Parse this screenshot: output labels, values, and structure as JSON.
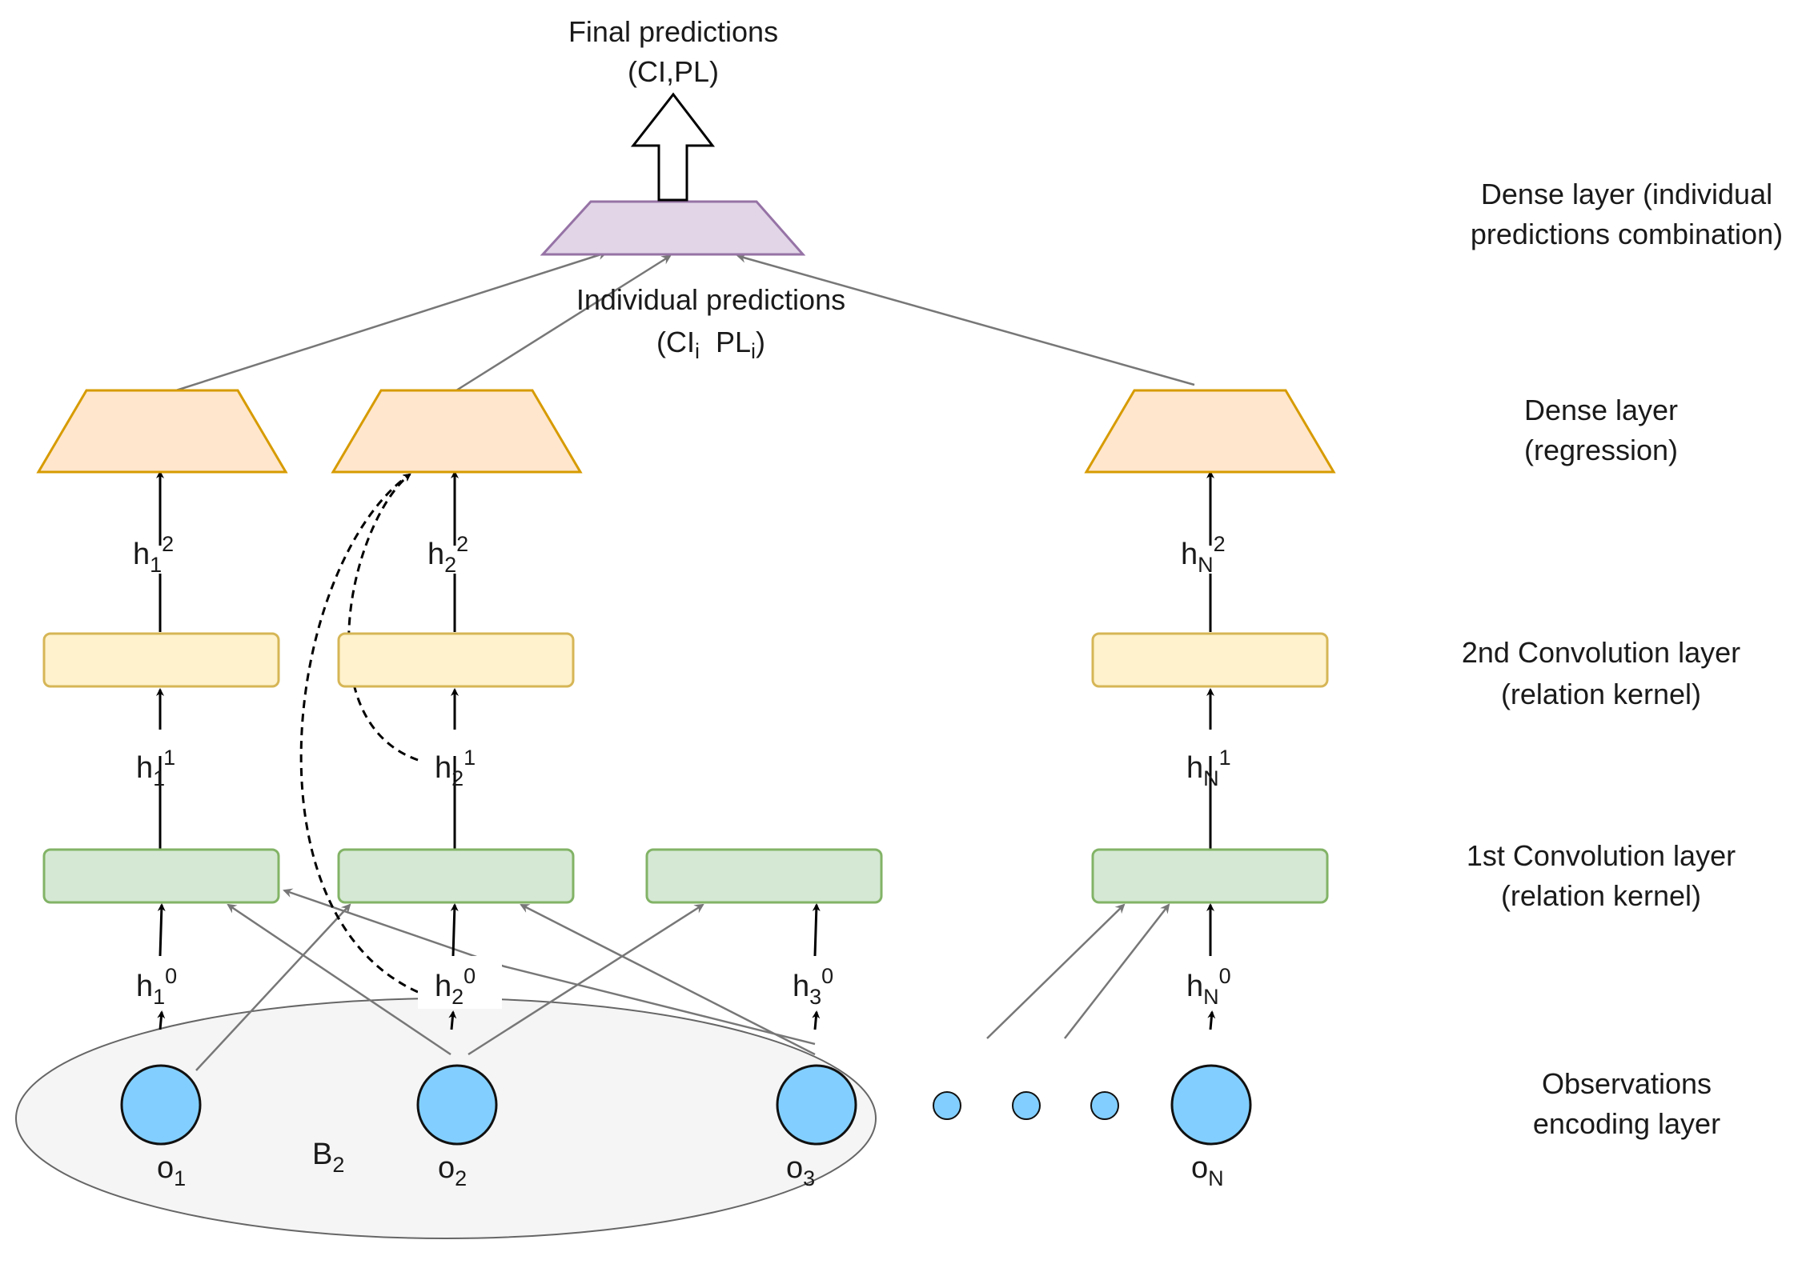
{
  "top": {
    "final_title": "Final predictions",
    "final_values": "(CI,PL)",
    "individual_title": "Individual predictions",
    "individual_a": "(CI",
    "individual_i1": "i",
    "individual_b": "  PL",
    "individual_i2": "i",
    "individual_c": ")"
  },
  "layers": {
    "combination_line1": "Dense layer (individual",
    "combination_line2": "predictions combination)",
    "regression_line1": "Dense layer",
    "regression_line2": "(regression)",
    "conv2_line1": "2nd Convolution layer",
    "conv2_line2": "(relation kernel)",
    "conv1_line1": "1st Convolution layer",
    "conv1_line2": "(relation kernel)",
    "obs_line1": "Observations",
    "obs_line2": "encoding layer"
  },
  "group_label": {
    "letter": "B",
    "sub": "2"
  },
  "observations": [
    {
      "base": "o",
      "sub": "1"
    },
    {
      "base": "o",
      "sub": "2"
    },
    {
      "base": "o",
      "sub": "3"
    },
    {
      "base": "o",
      "sub": "N"
    }
  ],
  "hidden": {
    "h0": [
      {
        "base": "h",
        "sub": "1",
        "sup": "0"
      },
      {
        "base": "h",
        "sub": "2",
        "sup": "0"
      },
      {
        "base": "h",
        "sub": "3",
        "sup": "0"
      },
      {
        "base": "h",
        "sub": "N",
        "sup": "0"
      }
    ],
    "h1": [
      {
        "base": "h",
        "sub": "1",
        "sup": "1"
      },
      {
        "base": "h",
        "sub": "2",
        "sup": "1"
      },
      {
        "base": "h",
        "sub": "N",
        "sup": "1"
      }
    ],
    "h2": [
      {
        "base": "h",
        "sub": "1",
        "sup": "2"
      },
      {
        "base": "h",
        "sub": "2",
        "sup": "2"
      },
      {
        "base": "h",
        "sub": "N",
        "sup": "2"
      }
    ]
  },
  "colors": {
    "conv1_fill": "#d5e8d4",
    "conv1_stroke": "#82b366",
    "conv2_fill": "#fff2cc",
    "conv2_stroke": "#d6b656",
    "dense_fill": "#ffe6cc",
    "dense_stroke": "#d79b00",
    "combo_fill": "#e1d5e7",
    "combo_stroke": "#9673a6",
    "node_fill": "#82cfff",
    "ellipse_fill": "#f5f5f5"
  }
}
